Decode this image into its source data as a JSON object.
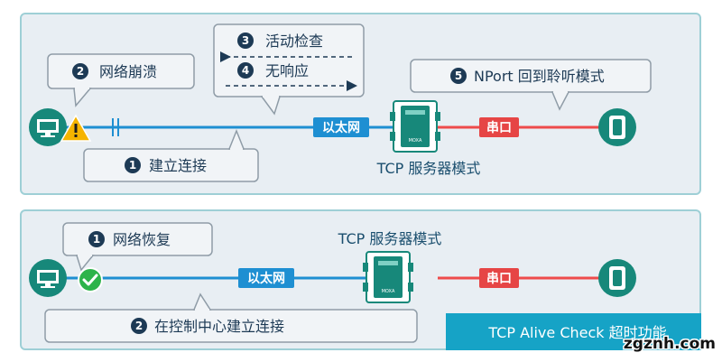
{
  "top_panel": {
    "steps": [
      {
        "number": "3",
        "label": "活动检查"
      },
      {
        "number": "4",
        "label": "无响应"
      },
      {
        "number": "2",
        "label": "网络崩溃"
      },
      {
        "number": "5",
        "label": "NPort 回到聆听模式"
      },
      {
        "number": "1",
        "label": "建立连接"
      }
    ],
    "ethernet_label": "以太网",
    "serial_label": "串口",
    "server_mode": "TCP 服务器模式",
    "device_label": "MOXA"
  },
  "bottom_panel": {
    "steps": [
      {
        "number": "1",
        "label": "网络恢复"
      },
      {
        "number": "2",
        "label": "在控制中心建立连接"
      }
    ],
    "ethernet_label": "以太网",
    "serial_label": "串口",
    "server_mode": "TCP 服务器模式",
    "device_label": "MOXA",
    "feature_title": "TCP Alive Check 超时功能"
  },
  "watermark": "zgznh.com",
  "colors": {
    "ethernet": "#1e8fd2",
    "serial": "#ee4b4b",
    "teal": "#17887a",
    "label_bg": "#1e8fd2",
    "serial_label_bg": "#e64545",
    "feature_bg": "#16a3c6"
  }
}
